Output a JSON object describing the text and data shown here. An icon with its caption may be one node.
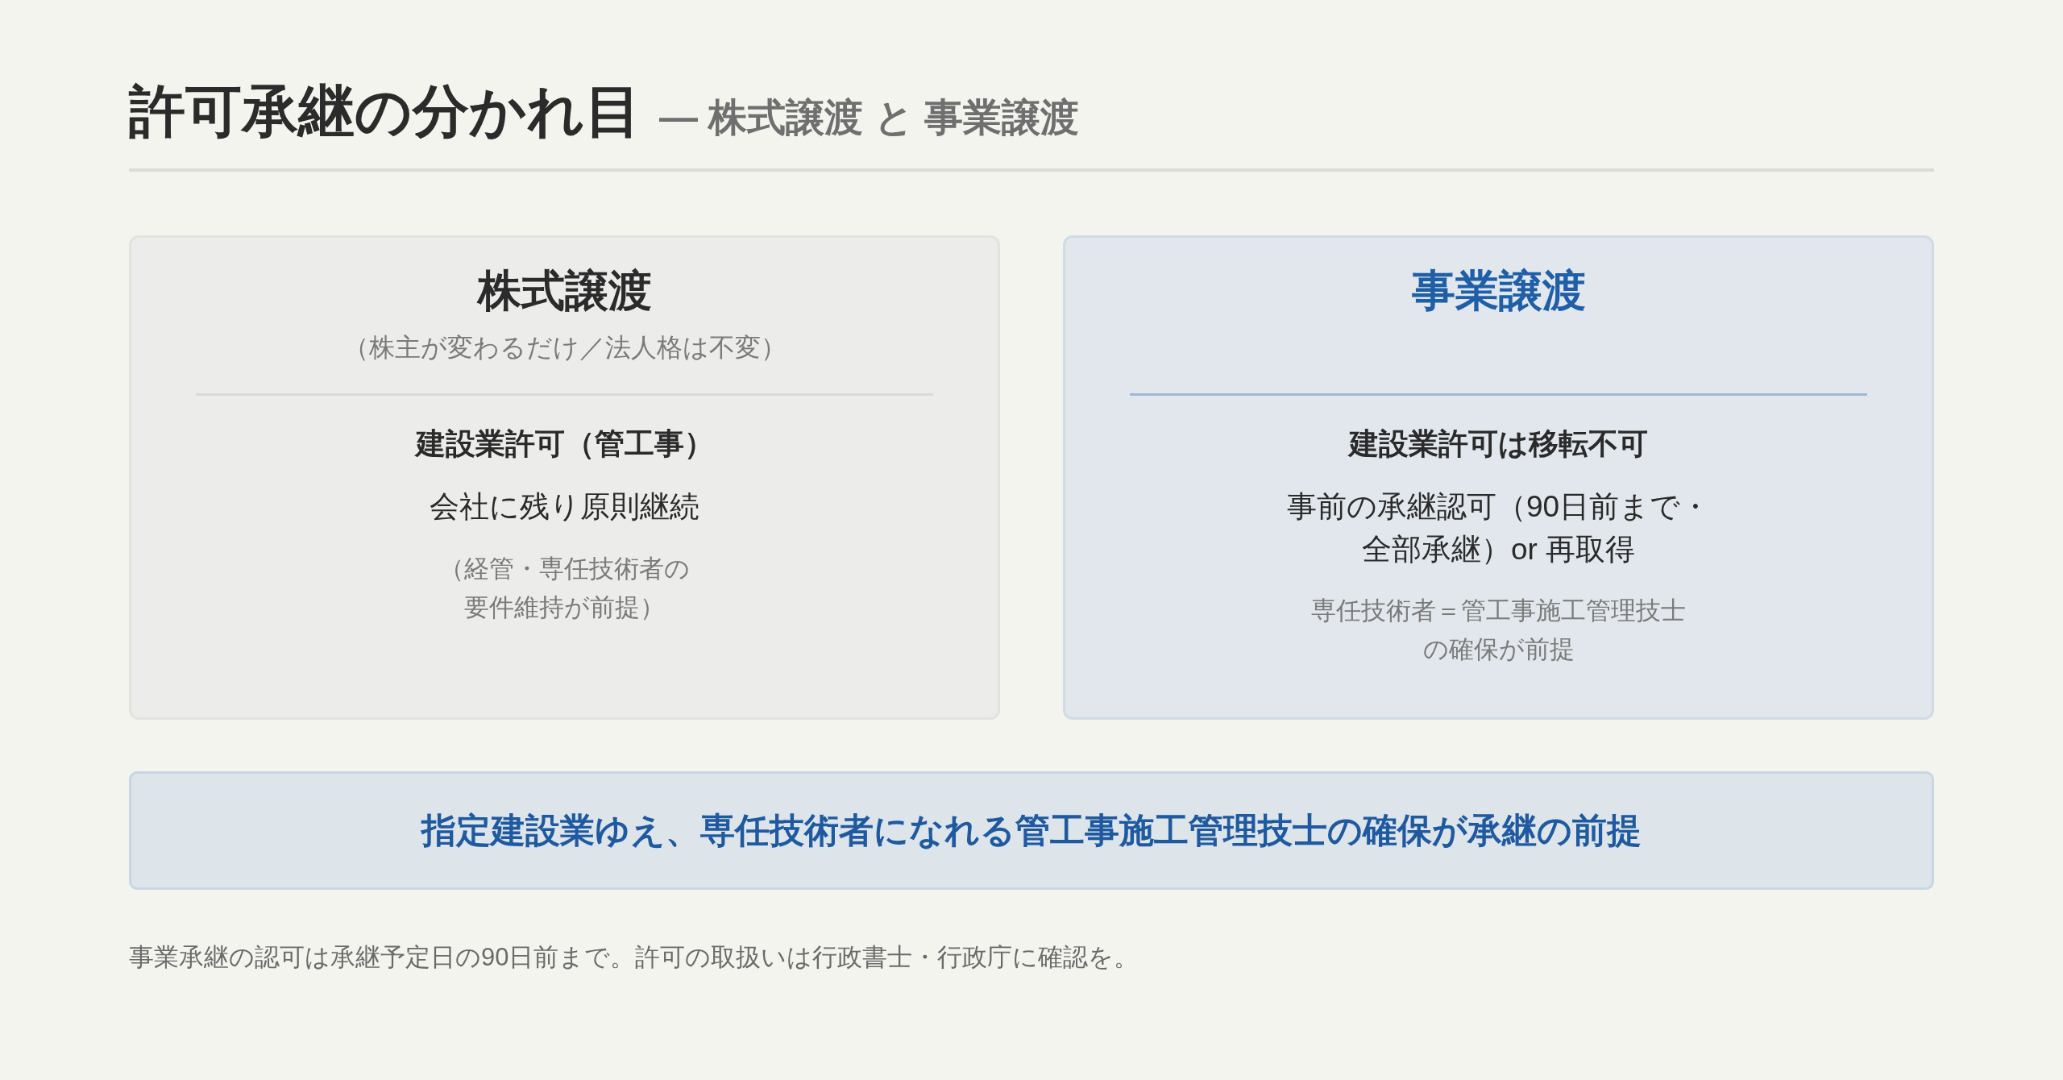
{
  "diagram": {
    "title": "許可承継の分かれ目",
    "labels": [
      "— 株式譲渡 と 事業譲渡"
    ],
    "nodes": [
      {
        "text": [
          "株式譲渡",
          "（株主が変わるだけ／法人格は不変）",
          "建設業許可（管工事）",
          "会社に残り原則継続",
          "（経管・専任技術者の要件維持が前提）"
        ]
      },
      {
        "text": [
          "事業譲渡",
          "建設業許可は移転不可",
          "事前の承継認可（90日前まで・全部承継）or 再取得",
          "専任技術者＝管工事施工管理技士の確保が前提"
        ]
      },
      {
        "text": [
          "指定建設業ゆえ、専任技術者になれる管工事施工管理技士の確保が承継の前提"
        ]
      }
    ],
    "caption": "事業承継の認可は承継予定日の90日前まで。許可の取扱いは行政書士・行政庁に確認を。"
  }
}
